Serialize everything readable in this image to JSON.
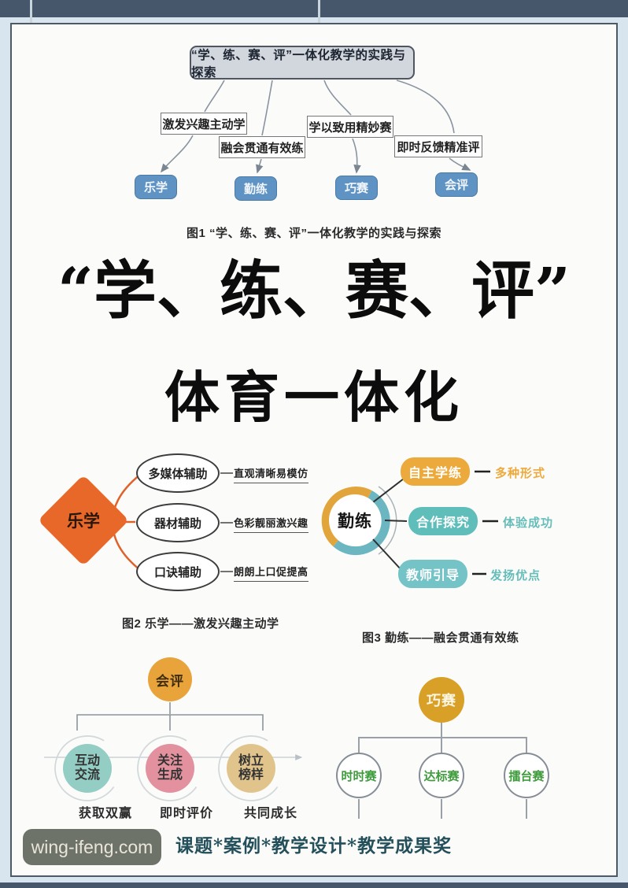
{
  "figure1": {
    "root_label": "“学、练、赛、评”一体化教学的实践与探索",
    "branches": [
      {
        "label": "激发兴趣主动学",
        "node": "乐学"
      },
      {
        "label": "融会贯通有效练",
        "node": "勤练"
      },
      {
        "label": "学以致用精妙赛",
        "node": "巧赛"
      },
      {
        "label": "即时反馈精准评",
        "node": "会评"
      }
    ],
    "caption": "图1 “学、练、赛、评”一体化教学的实践与探索"
  },
  "poster_title": {
    "line1": "“学、练、赛、评”",
    "line2": "体育一体化"
  },
  "figure2": {
    "center": "乐学",
    "items": [
      {
        "node": "多媒体辅助",
        "desc": "直观清晰易模仿"
      },
      {
        "node": "器材辅助",
        "desc": "色彩靓丽激兴趣"
      },
      {
        "node": "口诀辅助",
        "desc": "朗朗上口促提高"
      }
    ],
    "caption": "图2 乐学——激发兴趣主动学"
  },
  "figure3": {
    "center": "勤练",
    "items": [
      {
        "node": "自主学练",
        "desc": "多种形式"
      },
      {
        "node": "合作探究",
        "desc": "体验成功"
      },
      {
        "node": "教师引导",
        "desc": "发扬优点"
      }
    ],
    "caption": "图3 勤练——融会贯通有效练"
  },
  "figure4": {
    "center": "会评",
    "items": [
      {
        "node": "互动交流",
        "desc": "获取双赢"
      },
      {
        "node": "关注生成",
        "desc": "即时评价"
      },
      {
        "node": "树立榜样",
        "desc": "共同成长"
      }
    ]
  },
  "figure5": {
    "center": "巧赛",
    "items": [
      "时时赛",
      "达标赛",
      "擂台赛"
    ]
  },
  "footer": {
    "watermark": "wing-ifeng.com",
    "tagline": "课题*案例*教学设计*教学成果奖"
  },
  "colors": {
    "frame_dark": "#46566b",
    "accent_blue": "#5e93c4",
    "accent_orange": "#e8682a",
    "gold": "#e9a33b",
    "teal": "#5fbdba",
    "rose": "#e3919e",
    "tan": "#e0c48b",
    "green_text": "#3f9c3c"
  }
}
